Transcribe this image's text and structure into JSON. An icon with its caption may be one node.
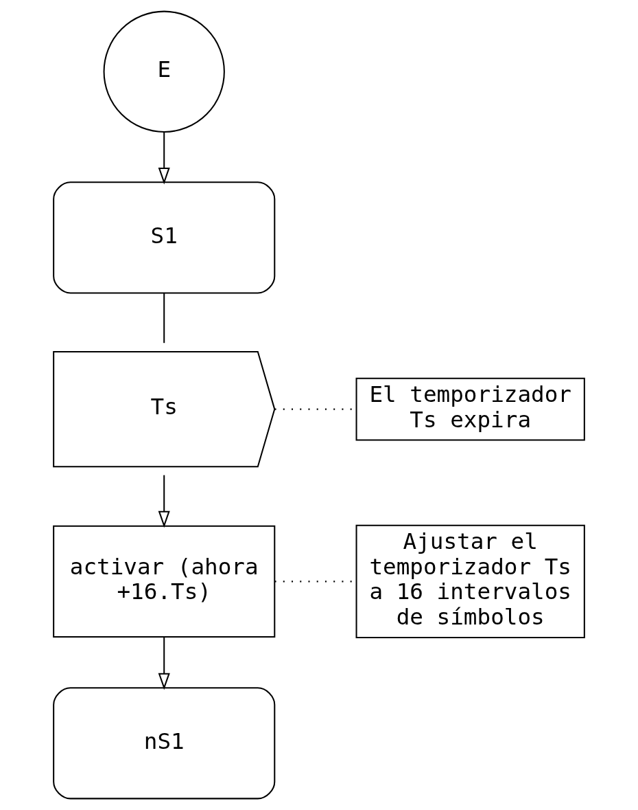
{
  "diagram": {
    "nodes": [
      {
        "text": [
          "E"
        ]
      },
      {
        "text": [
          "S1"
        ]
      },
      {
        "text": [
          "Ts"
        ]
      },
      {
        "text": [
          "El temporizador Ts expira"
        ]
      },
      {
        "text": [
          "activar (ahora +16.Ts)"
        ]
      },
      {
        "text": [
          "Ajustar el temporizador Ts a 16 intervalos de símbolos"
        ]
      },
      {
        "text": [
          "nS1"
        ]
      }
    ],
    "edges": [
      {
        "from": 0,
        "to": 1,
        "arrow": "to"
      },
      {
        "from": 1,
        "to": 2,
        "arrow": "none"
      },
      {
        "from": 2,
        "to": 3,
        "arrow": "none",
        "style": "dashed"
      },
      {
        "from": 2,
        "to": 4,
        "arrow": "to"
      },
      {
        "from": 4,
        "to": 5,
        "arrow": "none",
        "style": "dashed"
      },
      {
        "from": 4,
        "to": 6,
        "arrow": "to"
      }
    ]
  }
}
